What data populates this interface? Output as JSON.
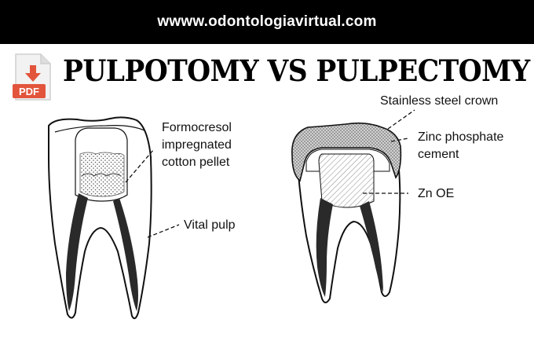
{
  "header": {
    "url": "wwww.odontologiavirtual.com"
  },
  "badge": {
    "label": "PDF"
  },
  "title": "PULPOTOMY VS PULPECTOMY",
  "labels": {
    "formocresol": [
      "Formocresol",
      "impregnated",
      "cotton pellet"
    ],
    "vital_pulp": "Vital pulp",
    "crown": "Stainless steel crown",
    "zinc_phosphate": [
      "Zinc phosphate",
      "cement"
    ],
    "zoe": "Zn OE"
  },
  "colors": {
    "pdf_red": "#e2553c",
    "header_bg": "#000000",
    "pulp": "#2a2a2a"
  }
}
